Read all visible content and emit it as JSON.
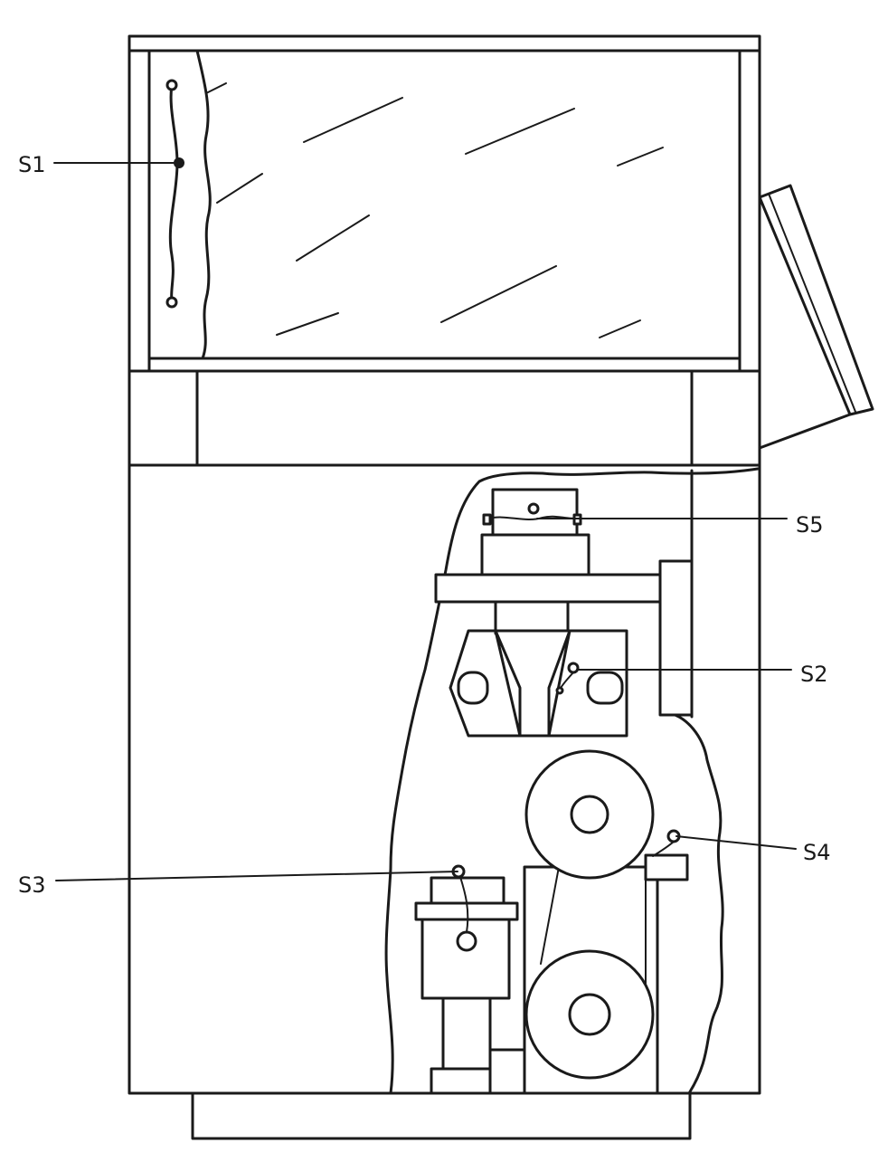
{
  "labels": {
    "s1": "S1",
    "s2": "S2",
    "s3": "S3",
    "s4": "S4",
    "s5": "S5"
  },
  "colors": {
    "ink": "#1a1a1a",
    "paper": "#ffffff"
  }
}
